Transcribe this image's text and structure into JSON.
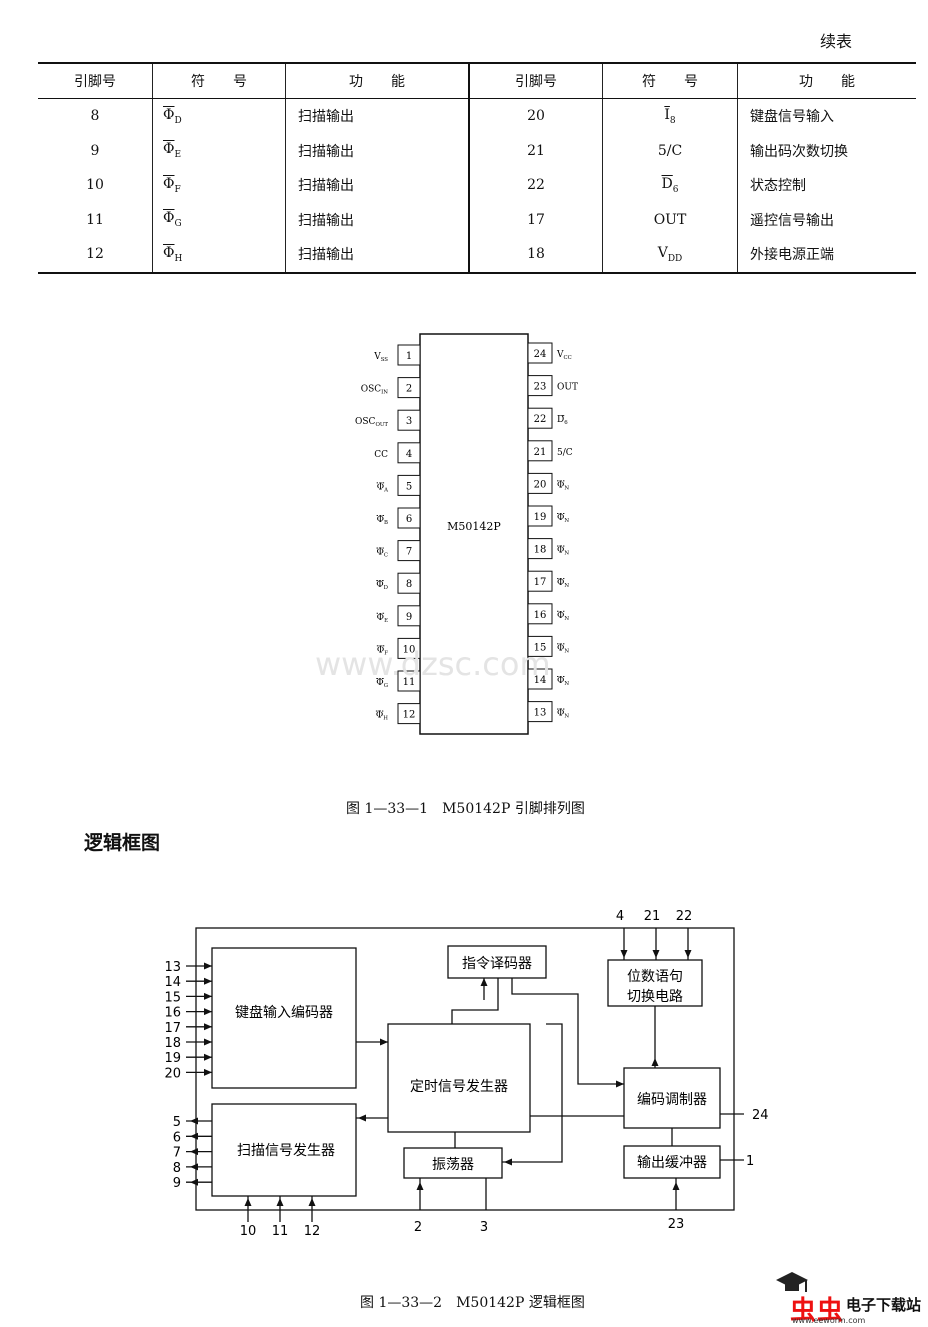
{
  "continued_label": "续表",
  "table": {
    "headers": [
      "引脚号",
      "符　　号",
      "功　　能",
      "引脚号",
      "符　　号",
      "功　　能"
    ],
    "rows": [
      {
        "pin_a": "8",
        "sym_a": "Φ",
        "sub_a": "D",
        "fn_a": "扫描输出",
        "pin_b": "20",
        "sym_b": "I",
        "sub_b": "8",
        "fn_b": "键盘信号输入"
      },
      {
        "pin_a": "9",
        "sym_a": "Φ",
        "sub_a": "E",
        "fn_a": "扫描输出",
        "pin_b": "21",
        "sym_b": "5/C",
        "sub_b": "",
        "fn_b": "输出码次数切换"
      },
      {
        "pin_a": "10",
        "sym_a": "Φ",
        "sub_a": "F",
        "fn_a": "扫描输出",
        "pin_b": "22",
        "sym_b": "D",
        "sub_b": "6",
        "fn_b": "状态控制"
      },
      {
        "pin_a": "11",
        "sym_a": "Φ",
        "sub_a": "G",
        "fn_a": "扫描输出",
        "pin_b": "17",
        "sym_b": "OUT",
        "sub_b": "",
        "fn_b": "遥控信号输出"
      },
      {
        "pin_a": "12",
        "sym_a": "Φ",
        "sub_a": "H",
        "fn_a": "扫描输出",
        "pin_b": "18",
        "sym_b": "V",
        "sub_b": "DD",
        "fn_b": "外接电源正端"
      }
    ]
  },
  "pinout": {
    "chip_name": "M50142P",
    "left_pins": [
      {
        "num": "1",
        "label": "V",
        "sub": "SS",
        "bar": false
      },
      {
        "num": "2",
        "label": "OSC",
        "sub": "IN",
        "bar": false
      },
      {
        "num": "3",
        "label": "OSC",
        "sub": "OUT",
        "bar": false
      },
      {
        "num": "4",
        "label": "CC",
        "sub": "",
        "bar": false
      },
      {
        "num": "5",
        "label": "Φ",
        "sub": "A",
        "bar": true
      },
      {
        "num": "6",
        "label": "Φ",
        "sub": "B",
        "bar": true
      },
      {
        "num": "7",
        "label": "Φ",
        "sub": "C",
        "bar": true
      },
      {
        "num": "8",
        "label": "Φ",
        "sub": "D",
        "bar": true
      },
      {
        "num": "9",
        "label": "Φ",
        "sub": "E",
        "bar": true
      },
      {
        "num": "10",
        "label": "Φ",
        "sub": "F",
        "bar": true
      },
      {
        "num": "11",
        "label": "Φ",
        "sub": "G",
        "bar": true
      },
      {
        "num": "12",
        "label": "Φ",
        "sub": "H",
        "bar": true
      }
    ],
    "right_pins": [
      {
        "num": "24",
        "label": "V",
        "sub": "CC",
        "bar": false
      },
      {
        "num": "23",
        "label": "OUT",
        "sub": "",
        "bar": false
      },
      {
        "num": "22",
        "label": "D",
        "sub": "6",
        "bar": true
      },
      {
        "num": "21",
        "label": "5/C",
        "sub": "",
        "bar": false
      },
      {
        "num": "20",
        "label": "Φ",
        "sub": "N",
        "bar": true
      },
      {
        "num": "19",
        "label": "Φ",
        "sub": "N",
        "bar": true
      },
      {
        "num": "18",
        "label": "Φ",
        "sub": "N",
        "bar": true
      },
      {
        "num": "17",
        "label": "Φ",
        "sub": "N",
        "bar": true
      },
      {
        "num": "16",
        "label": "Φ",
        "sub": "N",
        "bar": true
      },
      {
        "num": "15",
        "label": "Φ",
        "sub": "N",
        "bar": true
      },
      {
        "num": "14",
        "label": "Φ",
        "sub": "N",
        "bar": true
      },
      {
        "num": "13",
        "label": "Φ",
        "sub": "N",
        "bar": true
      }
    ],
    "caption": "图 1—33—1　M50142P 引脚排列图"
  },
  "watermark_mid": "www.dzsc.com",
  "section_heading": "逻辑框图",
  "block_diagram": {
    "blocks": {
      "keyboard": "键盘输入编码器",
      "scan": "扫描信号发生器",
      "timing": "定时信号发生器",
      "decoder": "指令译码器",
      "switch_line1": "位数语句",
      "switch_line2": "切换电路",
      "modulator": "编码调制器",
      "output_buffer": "输出缓冲器",
      "oscillator": "振荡器"
    },
    "keyboard_inputs": [
      "13",
      "14",
      "15",
      "16",
      "17",
      "18",
      "19",
      "20"
    ],
    "scan_outputs_left": [
      "5",
      "6",
      "7",
      "8",
      "9"
    ],
    "scan_outputs_bottom": [
      "10",
      "11",
      "12"
    ],
    "switch_inputs": [
      "4",
      "21",
      "22"
    ],
    "osc_pins": [
      "2",
      "3"
    ],
    "out_pin": "23",
    "pin_24": "24",
    "pin_1": "1",
    "caption": "图 1—33—2　M50142P 逻辑框图"
  },
  "site_logo": {
    "mark": "虫虫",
    "name": "电子下载站",
    "url": "www.eeworm.com"
  }
}
